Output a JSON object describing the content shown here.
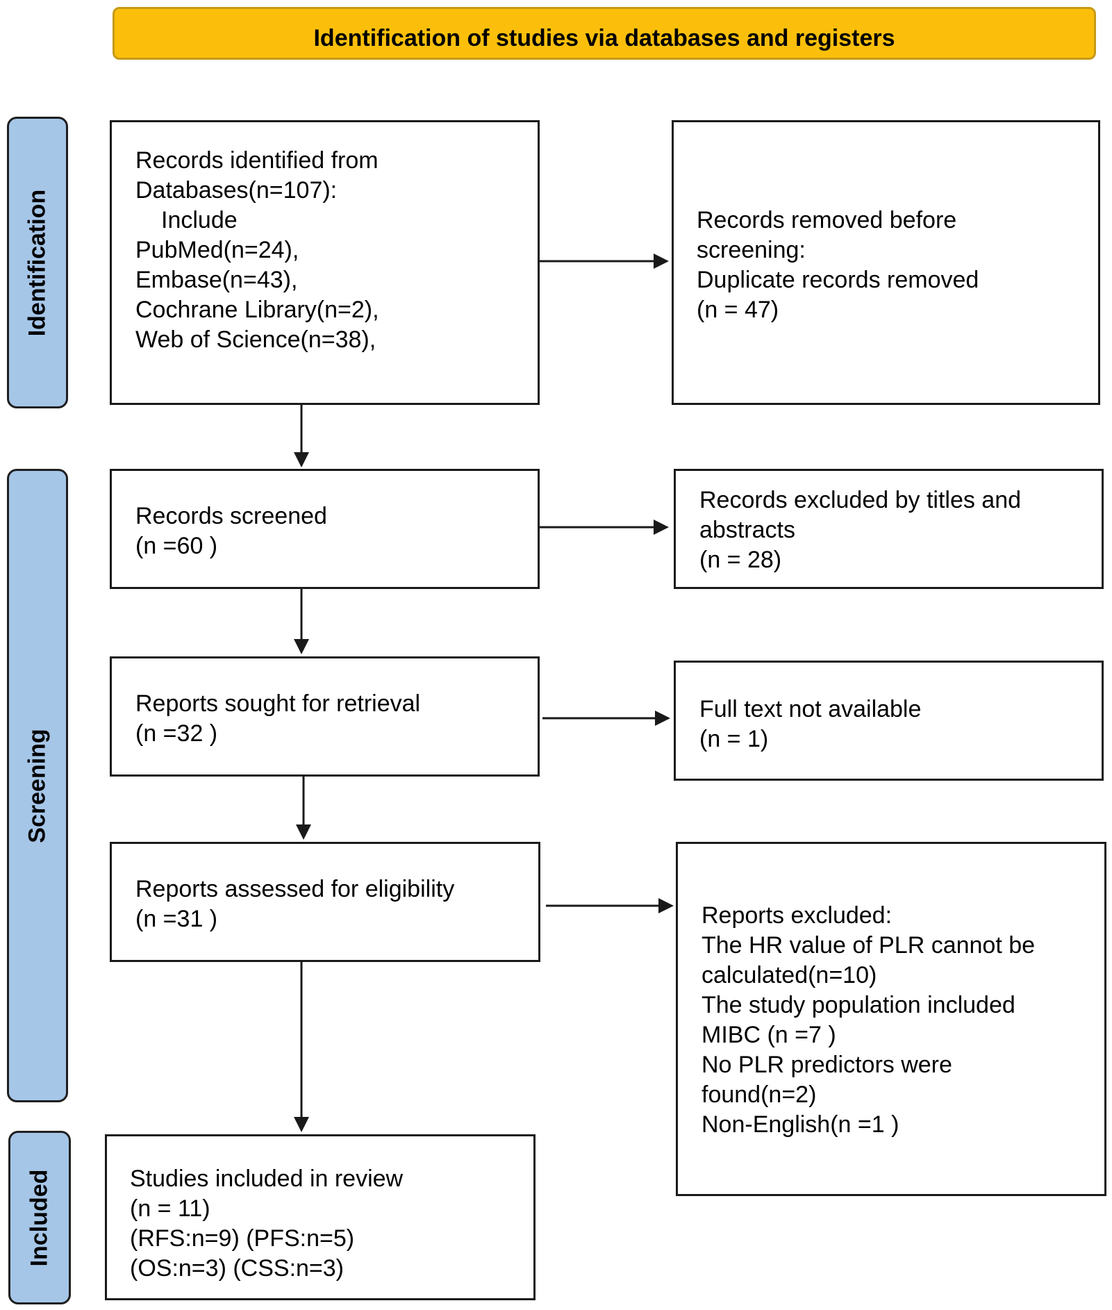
{
  "header": {
    "title": "Identification of studies via databases and registers",
    "color": "#fbbf0b"
  },
  "phases": {
    "identification": "Identification",
    "screening": "Screening",
    "included": "Included",
    "color": "#a6c6e8"
  },
  "boxes": {
    "identified": {
      "lines": [
        "Records identified from",
        "Databases(n=107):",
        "Include",
        "PubMed(n=24),",
        "Embase(n=43),",
        "Cochrane Library(n=2),",
        "Web of Science(n=38),"
      ]
    },
    "removed": {
      "lines": [
        "Records removed before",
        "screening:",
        "Duplicate records removed",
        "(n = 47)"
      ]
    },
    "screened": {
      "lines": [
        "Records screened",
        "(n =60 )"
      ]
    },
    "excluded_titles": {
      "lines": [
        "Records excluded by titles and",
        "abstracts",
        "(n = 28)"
      ]
    },
    "sought": {
      "lines": [
        "Reports sought for retrieval",
        "(n =32 )"
      ]
    },
    "not_available": {
      "lines": [
        "Full text not available",
        "(n = 1)"
      ]
    },
    "assessed": {
      "lines": [
        "Reports assessed for eligibility",
        "(n =31 )"
      ]
    },
    "reports_excluded": {
      "lines": [
        "Reports excluded:",
        "The HR value of PLR cannot be",
        "calculated(n=10)",
        "The study population included",
        "MIBC (n =7 )",
        "No PLR predictors were",
        "found(n=2)",
        "Non-English(n =1 )"
      ]
    },
    "included": {
      "lines": [
        "Studies included in review",
        "(n = 11)",
        "(RFS:n=9) (PFS:n=5)",
        "(OS:n=3) (CSS:n=3)"
      ]
    }
  }
}
